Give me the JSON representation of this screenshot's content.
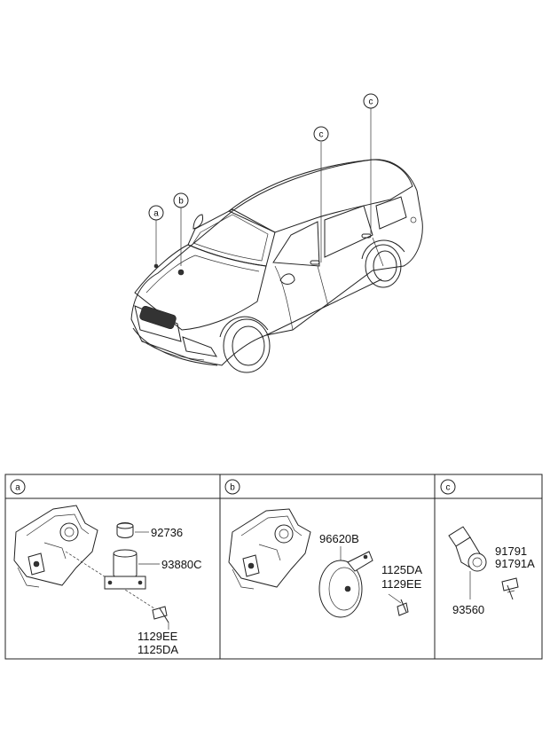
{
  "diagram": {
    "title": "Horn and hood switch parts diagram",
    "car_callouts": [
      {
        "id": "a",
        "label": "a"
      },
      {
        "id": "b",
        "label": "b"
      },
      {
        "id": "c1",
        "label": "c"
      },
      {
        "id": "c2",
        "label": "c"
      }
    ],
    "panels": [
      {
        "id": "a",
        "header": "a",
        "parts": [
          "92736",
          "93880C",
          "1129EE",
          "1125DA"
        ]
      },
      {
        "id": "b",
        "header": "b",
        "parts": [
          "96620B",
          "1125DA",
          "1129EE"
        ]
      },
      {
        "id": "c",
        "header": "c",
        "parts": [
          "91791",
          "91791A",
          "93560"
        ]
      }
    ]
  }
}
